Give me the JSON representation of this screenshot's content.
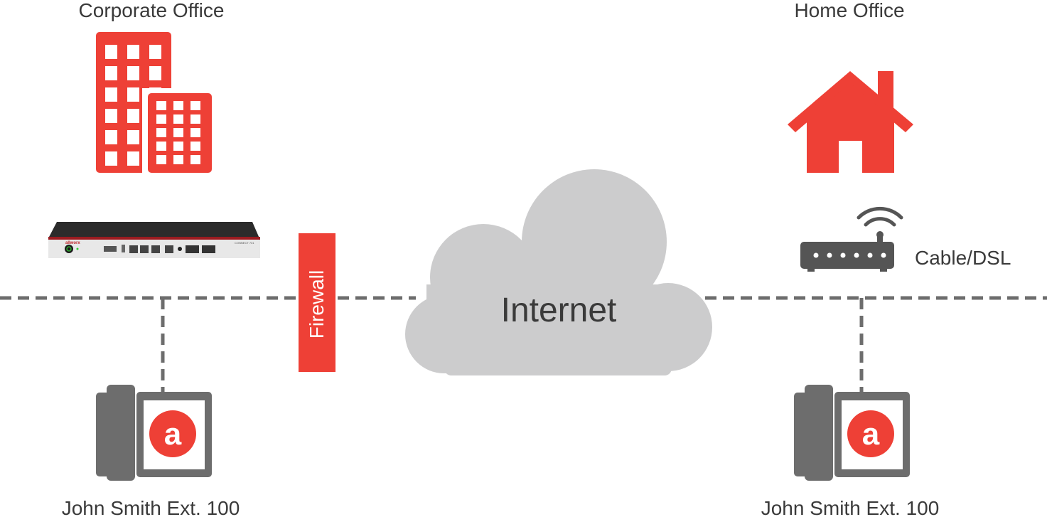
{
  "labels": {
    "corporate_office": "Corporate Office",
    "home_office": "Home Office",
    "internet": "Internet",
    "firewall": "Firewall",
    "cable_dsl": "Cable/DSL",
    "phone_left": "John Smith Ext. 100",
    "phone_right": "John Smith Ext. 100"
  },
  "device": {
    "brand": "allworx",
    "model": "CONNECT 731"
  },
  "phone_logo_letter": "a",
  "icons": [
    "office-building-icon",
    "house-icon",
    "pbx-server-device",
    "firewall-block",
    "internet-cloud",
    "router-wifi-icon",
    "desk-phone-icon"
  ],
  "colors": {
    "accent_red": "#ee4036",
    "gray": "#6d6d6d",
    "cloud": "#cccccd",
    "text": "#3a3a3a"
  }
}
